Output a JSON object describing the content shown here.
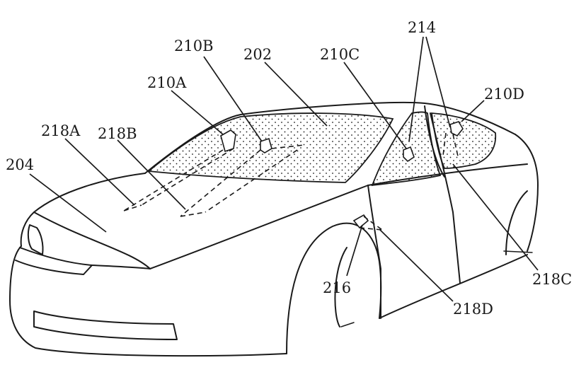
{
  "labels": {
    "l202": "202",
    "l204": "204",
    "l210A": "210A",
    "l210B": "210B",
    "l210C": "210C",
    "l210D": "210D",
    "l214": "214",
    "l216": "216",
    "l218A": "218A",
    "l218B": "218B",
    "l218C": "218C",
    "l218D": "218D"
  },
  "colors": {
    "ink": "#1a1a1a",
    "background": "#ffffff"
  }
}
